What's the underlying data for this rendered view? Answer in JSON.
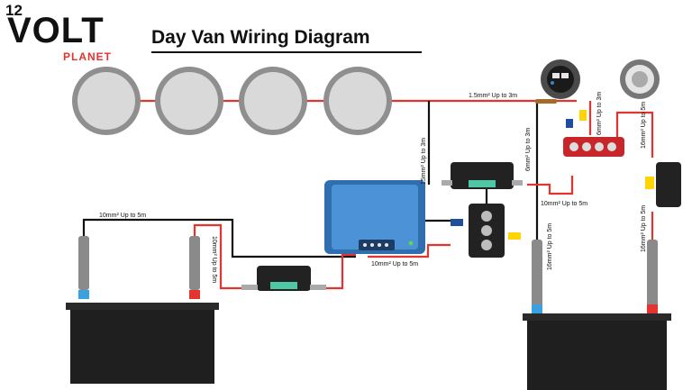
{
  "logo": {
    "number": "12",
    "word": "VOLT",
    "subword": "PLANET"
  },
  "title": "Day Van Wiring Diagram",
  "colors": {
    "positive_wire": "#e3342f",
    "negative_wire": "#111111",
    "charger_blue": "#3a84c9",
    "battery_body": "#222222",
    "fuse_yellow": "#ffd400",
    "fuse_blue": "#1f4e9c",
    "light_ring": "#9a9a9a",
    "light_lens": "#d8d8d8"
  },
  "wire_labels": {
    "start_battery_neg_run": "10mm² Up to 5m",
    "start_battery_pos_run": "10mm² Up to 5m",
    "charger_output_run": "10mm² Up to 5m",
    "charger_input_vertical": "15mm² Up to 3m",
    "lights_run": "1.5mm² Up to 3m",
    "busbar_feed_vertical": "6mm² Up to 3m",
    "usb_feed_vertical": "6mm² Up to 3m",
    "busbar_to_distribution": "10mm² Up to 5m",
    "leisure_neg_vertical": "16mm² Up to 5m",
    "leisure_pos_upper": "16mm² Up to 5m",
    "leisure_pos_lower": "16mm² Up to 5m"
  }
}
